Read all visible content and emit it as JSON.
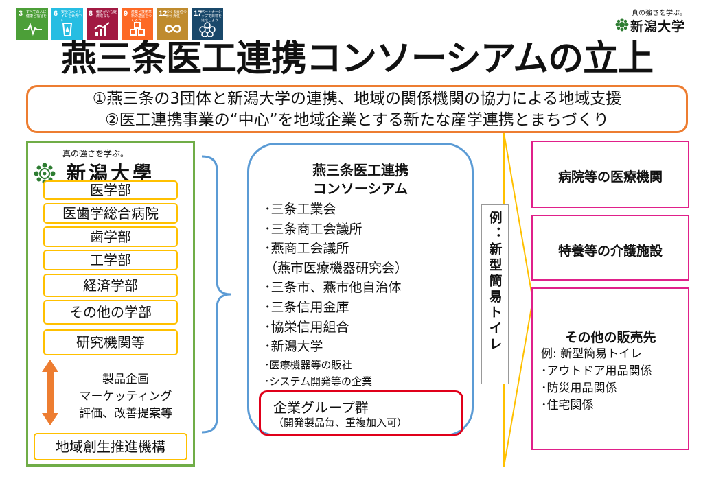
{
  "sdg_icons": [
    {
      "num": "3",
      "text": "すべての人に健康と福祉を",
      "color": "#4c9f38",
      "icon": "heartbeat-icon"
    },
    {
      "num": "6",
      "text": "安全な水とトイレを世界中に",
      "color": "#26bde2",
      "icon": "water-drop-icon"
    },
    {
      "num": "8",
      "text": "働きがいも経済成長も",
      "color": "#a21942",
      "icon": "growth-chart-icon"
    },
    {
      "num": "9",
      "text": "産業と技術革新の基盤をつくろう",
      "color": "#fd6925",
      "icon": "cubes-icon"
    },
    {
      "num": "12",
      "text": "つくる責任つかう責任",
      "color": "#bf8b2e",
      "icon": "infinity-icon"
    },
    {
      "num": "17",
      "text": "パートナーシップで目標を達成しよう",
      "color": "#19486a",
      "icon": "partnership-flower-icon"
    }
  ],
  "university_logo": {
    "tagline": "真の強さを学ぶ。",
    "name": "新潟大学",
    "name_formal": "新潟大學"
  },
  "title": "燕三条医工連携コンソーシアムの立上",
  "objectives": [
    "①燕三条の3団体と新潟大学の連携、地域の関係機関の協力による地域支援",
    "②医工連携事業の“中心”を地域企業とする新たな産学連携とまちづくり"
  ],
  "university_units": [
    "医学部",
    "医歯学総合病院",
    "歯学部",
    "工学部",
    "経済学部",
    "その他の学部",
    "研究機関等"
  ],
  "functions": [
    "製品企画",
    "マーケッティング",
    "評価、改善提案等"
  ],
  "regional_org": "地域創生推進機構",
  "consortium": {
    "title_line1": "燕三条医工連携",
    "title_line2": "コンソーシアム",
    "members": [
      "･三条工業会",
      "･三条商工会議所",
      "･燕商工会議所",
      "（燕市医療機器研究会）",
      "･三条市、燕市他自治体",
      "･三条信用金庫",
      "･協栄信用組合",
      "･新潟大学",
      "･医療機器等の販社",
      "･システム開発等の企業"
    ],
    "group_label": "企業グループ群",
    "group_note": "（開発製品毎、重複加入可）"
  },
  "example_label": "例：新型簡易トイレ",
  "destinations": {
    "d1": "病院等の医療機関",
    "d2": "特養等の介護施設",
    "d3_title": "その他の販売先",
    "d3_items": [
      "例: 新型簡易トイレ",
      "･アウトドア用品関係",
      "･防災用品関係",
      "･住宅関係"
    ]
  },
  "colors": {
    "orange_frame": "#ed7d31",
    "green_frame": "#70ad47",
    "unit_border": "#ffc000",
    "blue_frame": "#5b9bd5",
    "group_border": "#e0001a",
    "destination_border": "#e0208a",
    "arrow_fill": "#ed7d31"
  }
}
